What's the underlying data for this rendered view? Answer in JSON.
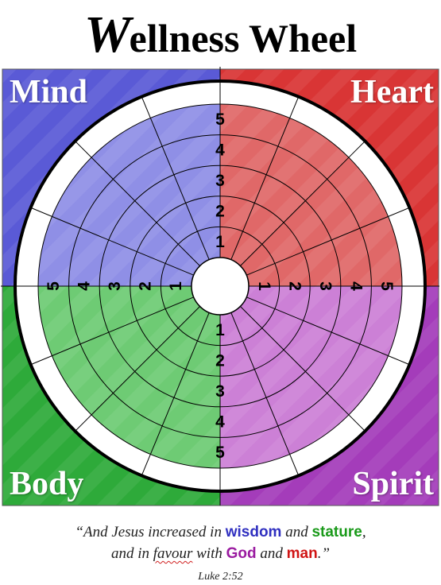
{
  "title": {
    "first_letter": "W",
    "rest": "ellness Wheel"
  },
  "quadrants": {
    "mind": {
      "label": "Mind",
      "color": "#5a5ad6",
      "fill": "#8f8fe6"
    },
    "heart": {
      "label": "Heart",
      "color": "#d93535",
      "fill": "#e06868"
    },
    "body": {
      "label": "Body",
      "color": "#2eaa3a",
      "fill": "#6ecb74"
    },
    "spirit": {
      "label": "Spirit",
      "color": "#a43cba",
      "fill": "#cc80d6"
    }
  },
  "scale": [
    "1",
    "2",
    "3",
    "4",
    "5"
  ],
  "quote": {
    "open": "“And Jesus increased in ",
    "wisdom": "wisdom",
    "and1": " and ",
    "stature": "stature",
    "comma": ",",
    "line2_start": "and in ",
    "favour": "favour",
    "with": " with ",
    "god": "God",
    "and2": " and ",
    "man": "man",
    "close": ".”"
  },
  "citation": "Luke 2:52"
}
